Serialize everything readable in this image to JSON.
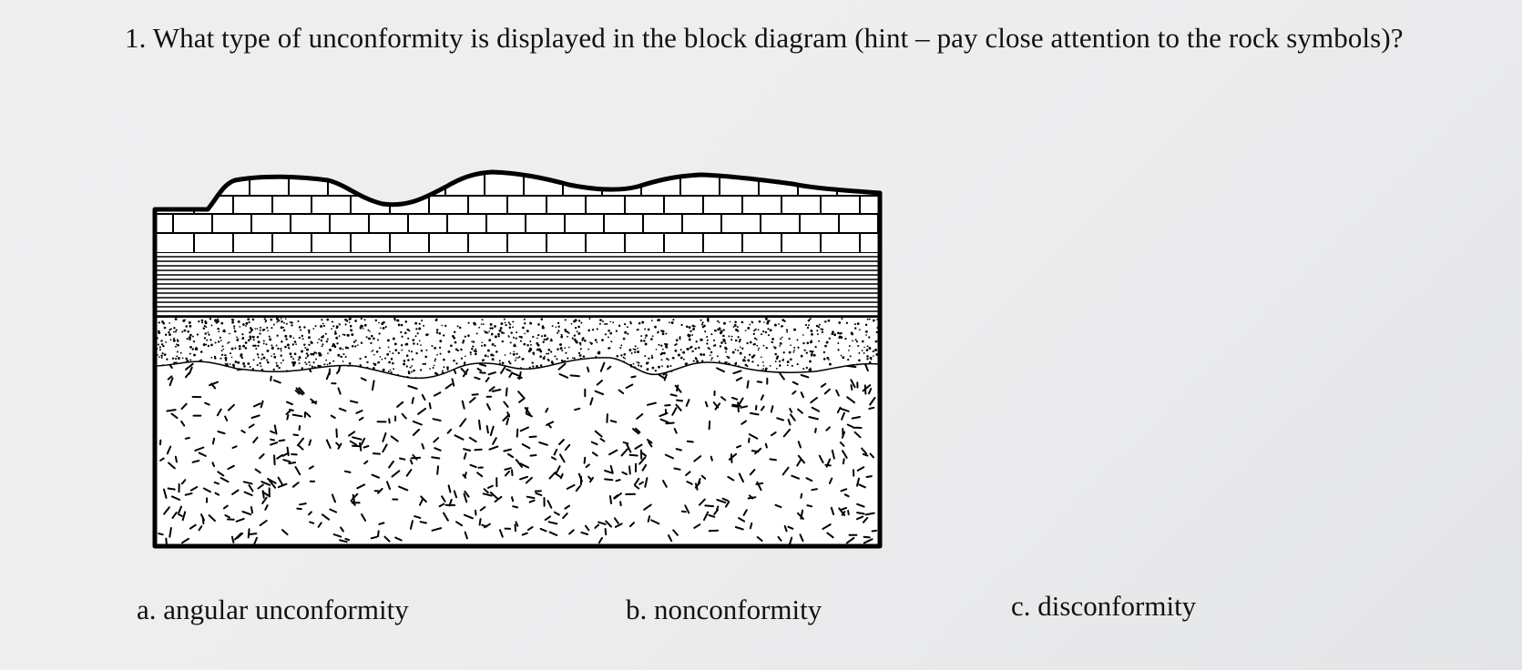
{
  "question": {
    "number": "1.",
    "text": "What type of unconformity is displayed in the block diagram (hint – pay close attention to the rock symbols)?"
  },
  "diagram": {
    "layers_top_to_bottom": [
      "limestone (brick pattern)",
      "shale (horizontal lines)",
      "sandstone (dots)",
      "igneous/metamorphic (random dashes)"
    ],
    "outline_color": "#000000"
  },
  "choices": [
    {
      "letter": "a.",
      "text": "angular unconformity"
    },
    {
      "letter": "b.",
      "text": "nonconformity"
    },
    {
      "letter": "c.",
      "text": "disconformity"
    }
  ]
}
